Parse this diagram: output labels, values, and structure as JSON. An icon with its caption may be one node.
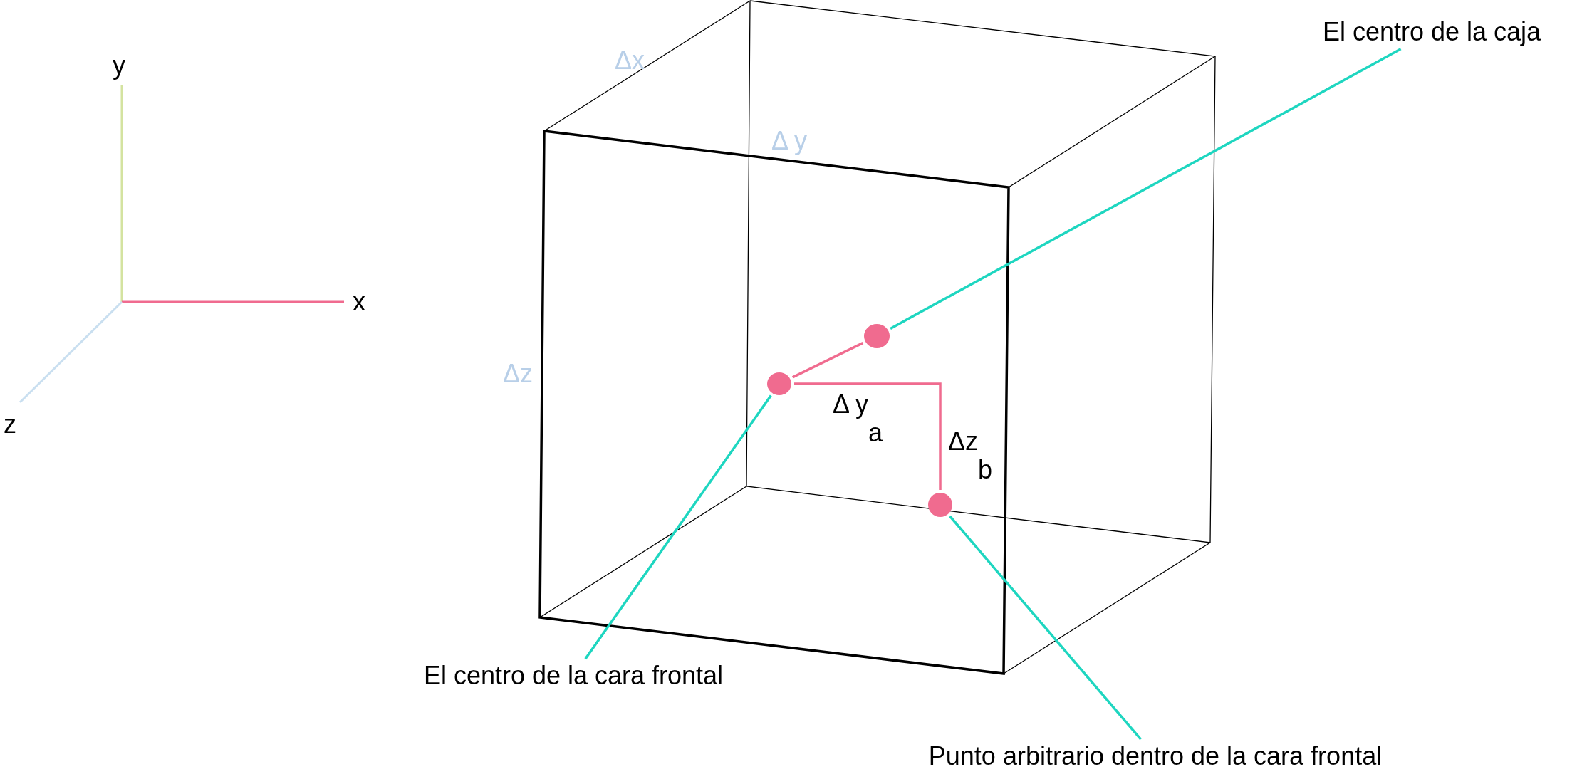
{
  "diagram": {
    "nodes": [
      {
        "text": [
          "El centro de la caja"
        ]
      },
      {
        "text": [],
        "shape": "circle"
      },
      {
        "text": [
          "El centro de la cara frontal"
        ]
      },
      {
        "text": [],
        "shape": "circle"
      },
      {
        "text": [
          "Punto arbitrario dentro de la cara frontal"
        ]
      },
      {
        "text": [],
        "shape": "circle"
      }
    ],
    "edges": [
      {
        "from": 0,
        "to": 1,
        "arrow": "none"
      },
      {
        "from": 2,
        "to": 3,
        "arrow": "none"
      },
      {
        "from": 4,
        "to": 5,
        "arrow": "none"
      },
      {
        "from": 3,
        "to": 1,
        "arrow": "none",
        "color": "#f06b8f"
      },
      {
        "from": 3,
        "to": 5,
        "arrow": "none",
        "color": "#f06b8f"
      }
    ],
    "labels": [
      "y",
      "Δx",
      "Δ y",
      "x",
      "Δz",
      "z",
      "Δ y$_{a}$",
      "Δz$_{b}$"
    ]
  }
}
